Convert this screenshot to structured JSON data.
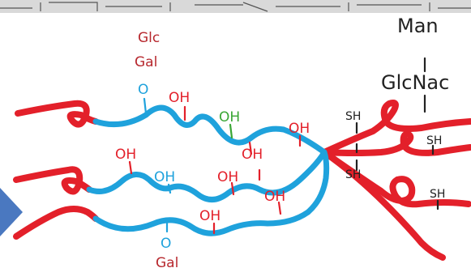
{
  "colors": {
    "protein_chain": "#e3202a",
    "sugar_chain": "#1fa2dc",
    "hydroxyl_label": "#e3202a",
    "green_hydroxyl": "#3aa635",
    "glycan_label": "#b7282e",
    "text_dark": "#222222",
    "play_arrow": "#4a78c0",
    "header_strip": "#d9d9d9"
  },
  "labels": {
    "glc": "Glc",
    "gal_top": "Gal",
    "o_top": "O",
    "o_bottom": "O",
    "gal_bottom": "Gal",
    "man": "Man",
    "glcnac": "GlcNac",
    "bar": "I",
    "oh": "OH",
    "sh": "SH"
  },
  "icons": {
    "play": "triangle-right-icon"
  }
}
